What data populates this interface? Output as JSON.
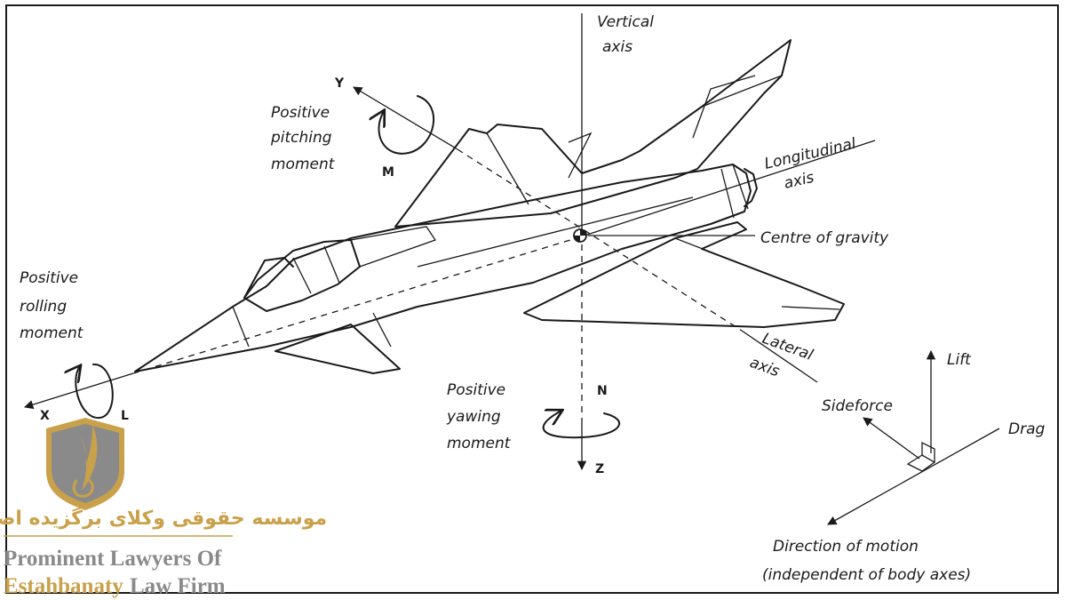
{
  "labels": {
    "vertical_axis_line1": "Vertical",
    "vertical_axis_line2": "axis",
    "longitudinal_axis_line1": "Longitudinal",
    "longitudinal_axis_line2": "axis",
    "lateral_axis_line1": "Lateral",
    "lateral_axis_line2": "axis",
    "centre_of_gravity": "Centre of gravity",
    "pitching_line1": "Positive",
    "pitching_line2": "pitching",
    "pitching_line3": "moment",
    "rolling_line1": "Positive",
    "rolling_line2": "rolling",
    "rolling_line3": "moment",
    "yawing_line1": "Positive",
    "yawing_line2": "yawing",
    "yawing_line3": "moment",
    "y_axis": "Y",
    "x_axis": "X",
    "z_axis": "Z",
    "m_moment": "M",
    "l_moment": "L",
    "n_moment": "N",
    "lift": "Lift",
    "sideforce": "Sideforce",
    "drag": "Drag",
    "direction_line1": "Direction of motion",
    "direction_line2": "(independent of body axes)"
  },
  "watermark": {
    "persian": "موسسه حقوقی وکلای برگزیده اصطهباناتی",
    "english_line1": "Prominent Lawyers Of",
    "english_line2_part1": "Estahbanaty",
    "english_line2_part2": "Law Firm",
    "gold_color": "#c9a14a",
    "gray_color": "#8a8a8a"
  },
  "colors": {
    "ink": "#1a1a1a",
    "background": "#ffffff",
    "border": "#1a1a1a"
  }
}
